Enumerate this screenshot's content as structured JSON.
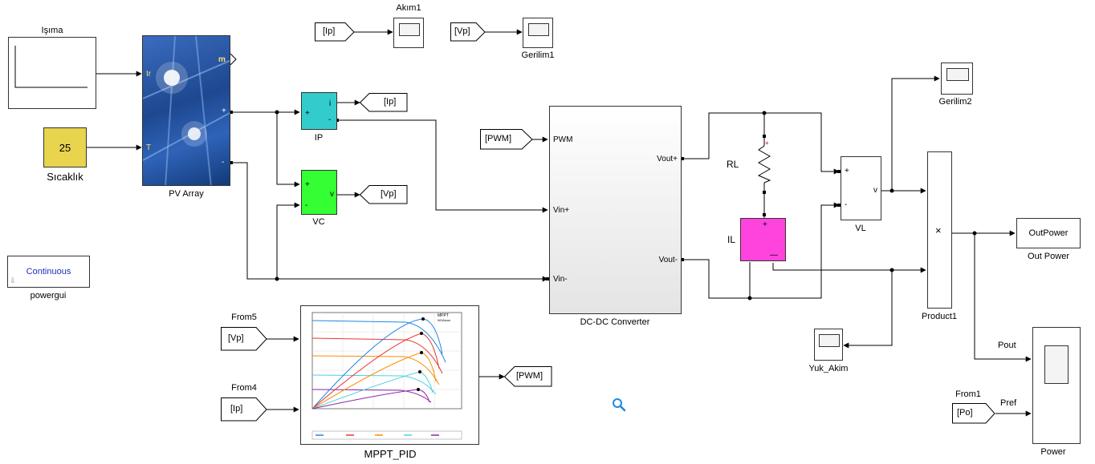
{
  "blocks": {
    "irradiance": {
      "label": "Işıma"
    },
    "temperature": {
      "label": "Sıcaklık",
      "value": "25"
    },
    "pv_array": {
      "label": "PV Array",
      "ports": {
        "ir": "Ir",
        "t": "T",
        "m": "m",
        "plus": "+",
        "minus": "-"
      }
    },
    "current_meas": {
      "label": "IP",
      "ports": {
        "plus": "+",
        "minus": "-",
        "i": "i"
      }
    },
    "voltage_meas": {
      "label": "VC",
      "ports": {
        "plus": "+",
        "minus": "-",
        "v": "v"
      }
    },
    "goto_ip": {
      "tag": "[Ip]"
    },
    "goto_vp": {
      "tag": "[Vp]"
    },
    "from_ip_top": {
      "tag": "[Ip]"
    },
    "from_vp_top": {
      "tag": "[Vp]"
    },
    "scope_akim1": {
      "label": "Akım1"
    },
    "scope_gerilim1": {
      "label": "Gerilim1"
    },
    "from_pwm": {
      "tag": "[PWM]"
    },
    "dcdc": {
      "label": "DC-DC Converter",
      "ports": {
        "pwm": "PWM",
        "vin_plus": "Vin+",
        "vin_minus": "Vin-",
        "vout_plus": "Vout+",
        "vout_minus": "Vout-"
      }
    },
    "rl": {
      "label": "RL"
    },
    "il": {
      "label": "IL",
      "ports": {
        "plus": "+",
        "minus": "—"
      }
    },
    "vl": {
      "label": "VL",
      "ports": {
        "plus": "+",
        "minus": "-",
        "v": "v"
      }
    },
    "scope_gerilim2": {
      "label": "Gerilim2"
    },
    "product1": {
      "label": "Product1",
      "symbol": "×"
    },
    "outpower": {
      "label": "Out Power",
      "text": "OutPower"
    },
    "scope_yuk": {
      "label": "Yuk_Akim"
    },
    "scope_power": {
      "label": "Power",
      "ports": {
        "pout": "Pout",
        "pref": "Pref"
      }
    },
    "from1": {
      "label": "From1",
      "tag": "[Po]"
    },
    "powergui": {
      "label": "powergui",
      "text": "Continuous"
    },
    "from5": {
      "label": "From5",
      "tag": "[Vp]"
    },
    "from4": {
      "label": "From4",
      "tag": "[Ip]"
    },
    "mppt": {
      "label": "MPPT_PID"
    },
    "goto_pwm": {
      "tag": "[PWM]"
    }
  },
  "mppt_chart": {
    "annotations": [
      "MPPT",
      "NOAlcan"
    ]
  },
  "colors": {
    "ip_block": "#33cccc",
    "vc_block": "#33ff33",
    "il_block": "#ff44dd",
    "const_block": "#e8d44d",
    "pv_panel": "#2a5aa8",
    "wire": "#000000",
    "zoom_icon": "#1e88e5"
  }
}
